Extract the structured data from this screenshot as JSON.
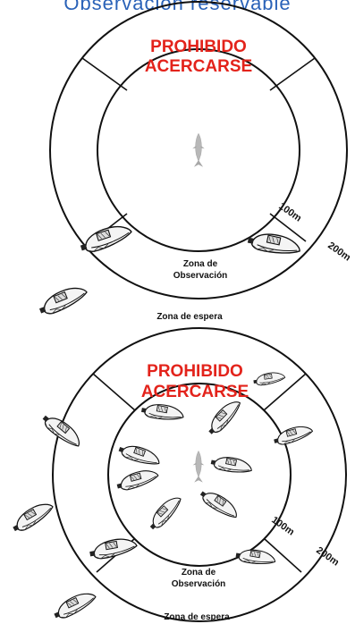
{
  "header": {
    "title": "Observación reservable"
  },
  "diagrams": [
    {
      "forbidden_line1": "PROHIBIDO",
      "forbidden_line2": "ACERCARSE",
      "distance_inner": "100m",
      "distance_outer": "200m",
      "observation_line1": "Zona de",
      "observation_line2": "Observación",
      "waiting_zone": "Zona de espera"
    },
    {
      "forbidden_line1": "PROHIBIDO",
      "forbidden_line2": "ACERCARSE",
      "distance_inner": "100m",
      "distance_outer": "200m",
      "observation_line1": "Zona de",
      "observation_line2": "Observación",
      "waiting_zone": "Zona de espera"
    }
  ],
  "icons": {
    "boat": "boat-icon",
    "whale": "whale-icon"
  }
}
